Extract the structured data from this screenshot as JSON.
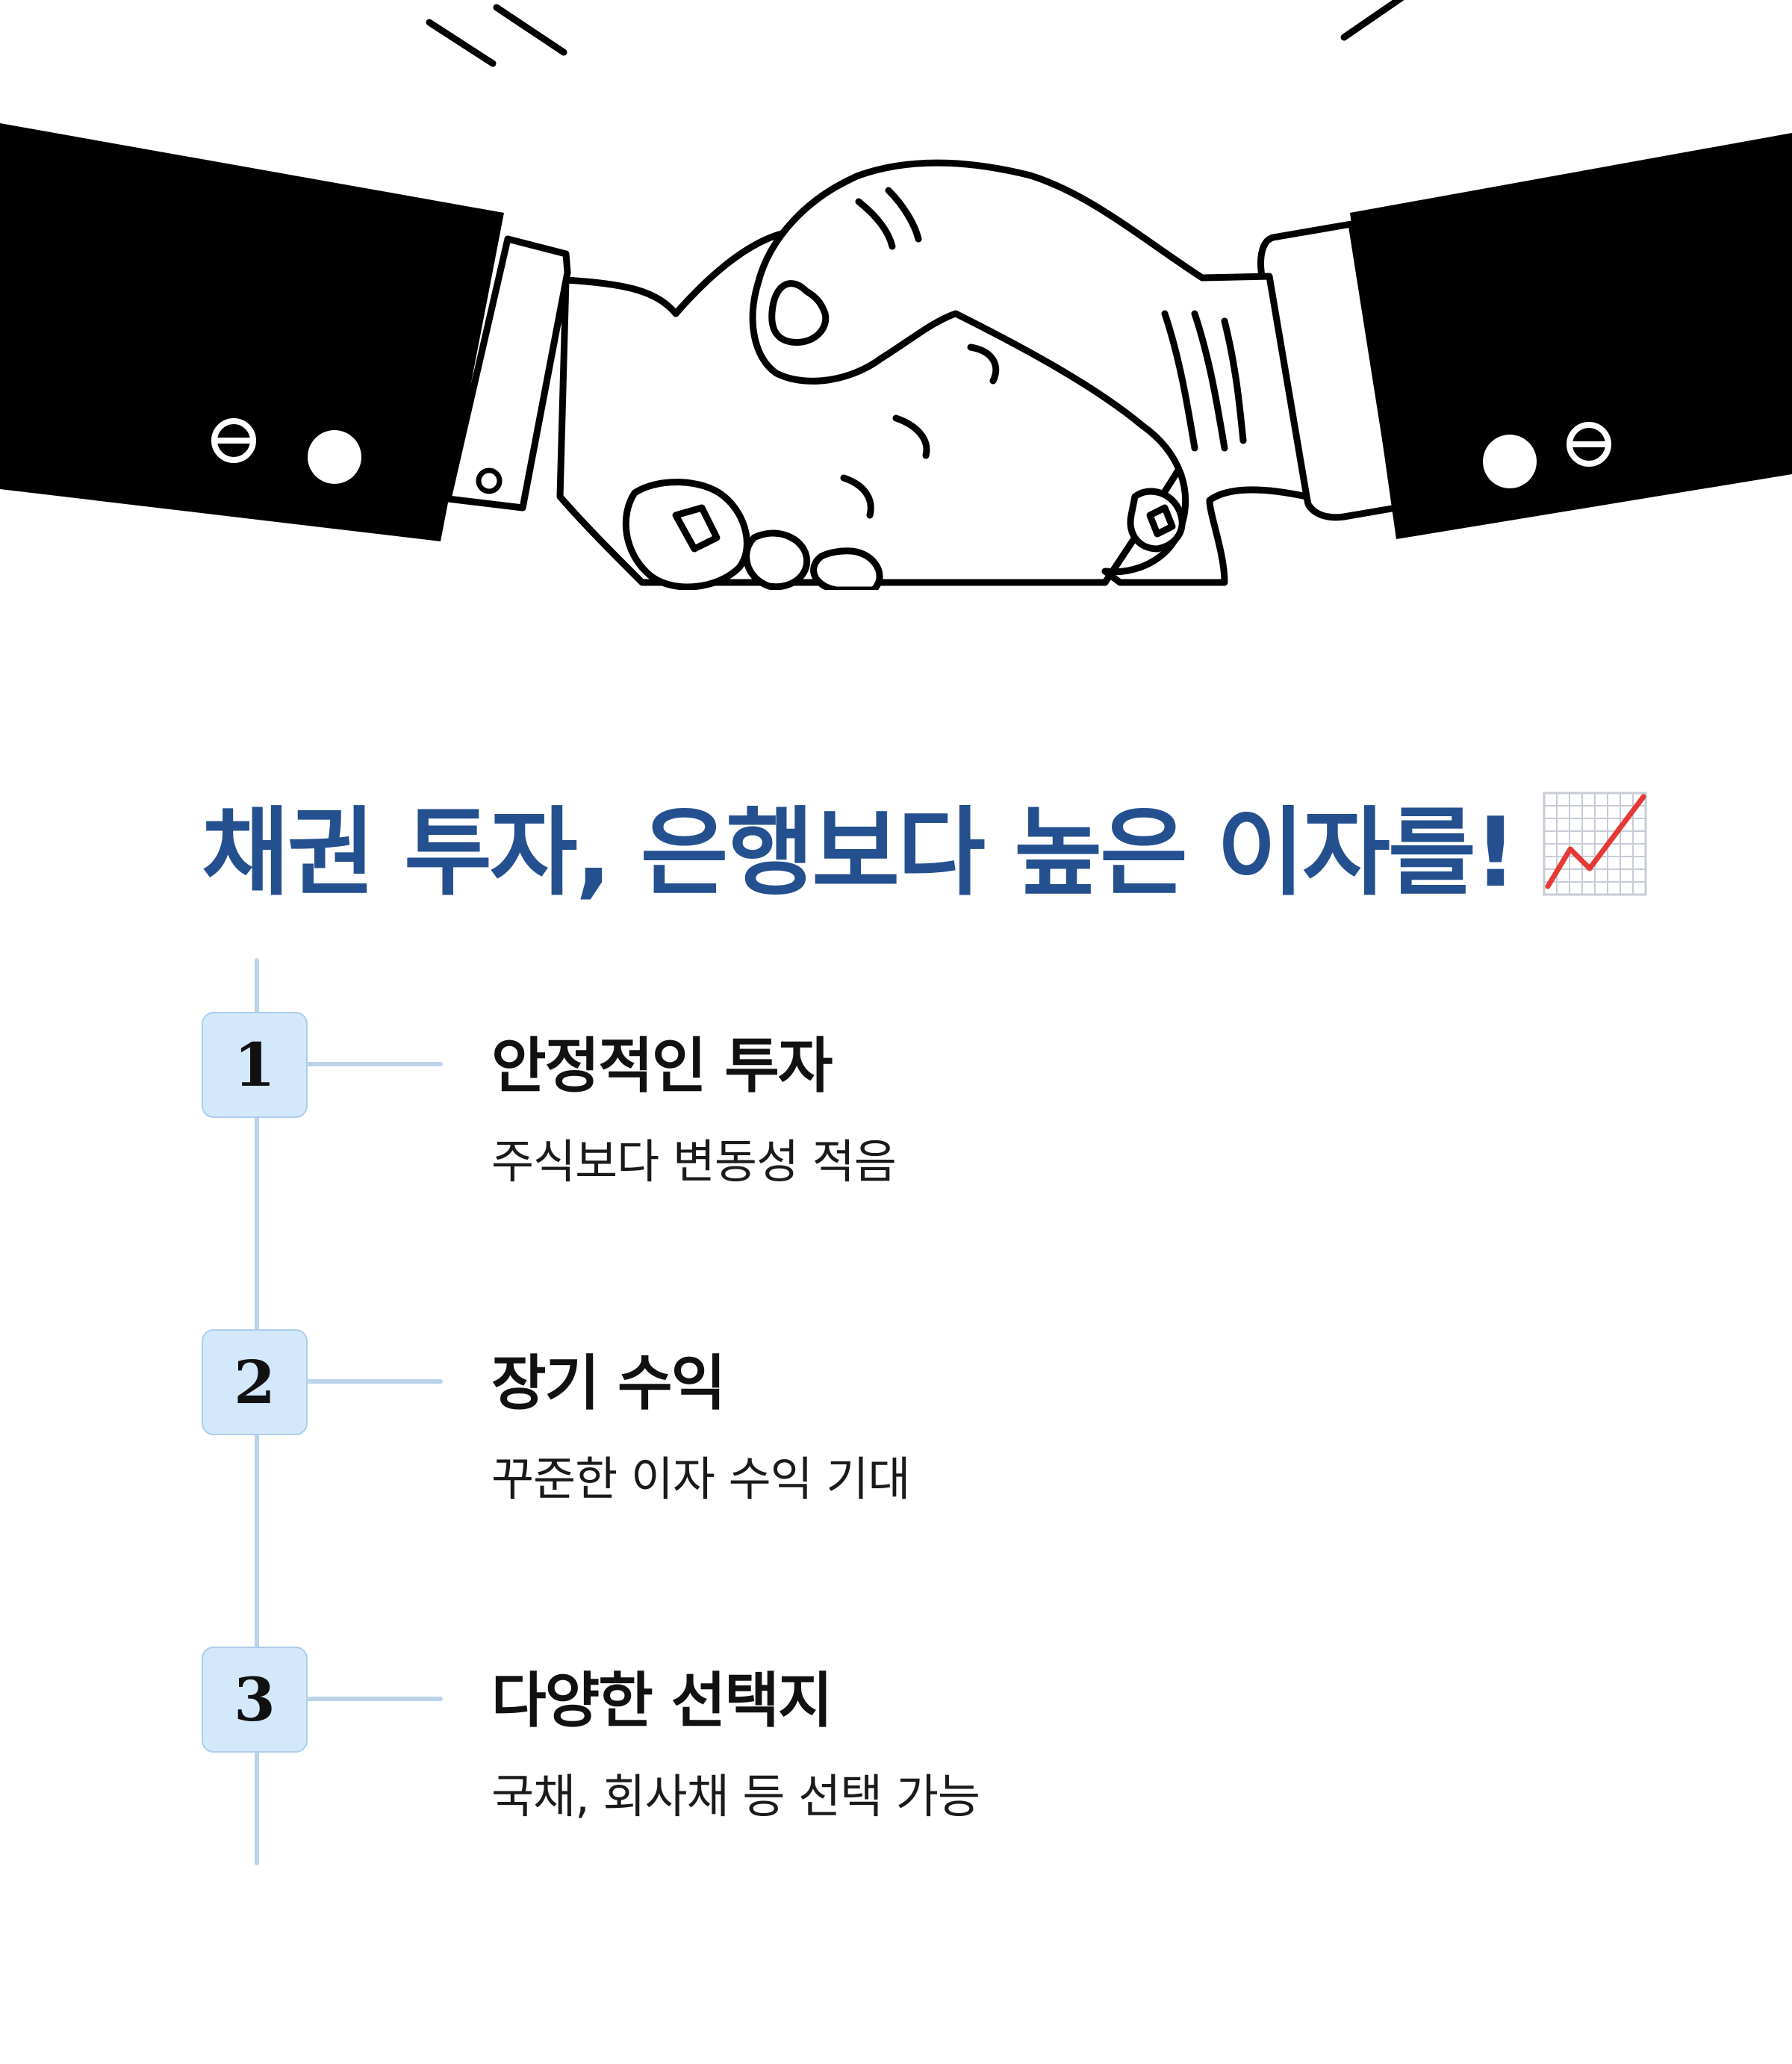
{
  "hero": {
    "icon": "handshake-illustration"
  },
  "headline": {
    "text": "채권 투자, 은행보다 높은 이자를!",
    "emoji_icon": "chart-increasing-icon",
    "color": "#24508f"
  },
  "colors": {
    "timeline": "#bcd3e9",
    "step_box_fill": "#d4e8fb",
    "step_box_border": "#aecdec",
    "chart_line": "#e53935",
    "chart_grid": "#c7ccd6"
  },
  "steps": [
    {
      "number": "1",
      "title": "안정적인 투자",
      "description": "주식보다 변동성 적음"
    },
    {
      "number": "2",
      "title": "장기 수익",
      "description": "꾸준한 이자 수익 기대"
    },
    {
      "number": "3",
      "title": "다양한 선택지",
      "description": "국채, 회사채 등 선택 가능"
    }
  ]
}
